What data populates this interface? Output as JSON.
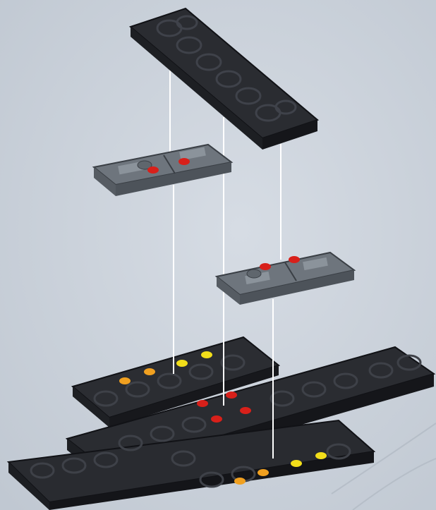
{
  "diagram": {
    "kind": "exploded-assembly",
    "parts": [
      {
        "id": "top-plate",
        "label": "",
        "studs": [
          6,
          1
        ]
      },
      {
        "id": "jumper-plate-left",
        "label": "",
        "marker_colors": [
          "#d8201a"
        ]
      },
      {
        "id": "jumper-plate-right",
        "label": "",
        "marker_colors": [
          "#d8201a"
        ]
      },
      {
        "id": "base-plate-back",
        "label": ""
      },
      {
        "id": "base-plate-middle",
        "label": ""
      },
      {
        "id": "base-plate-front",
        "label": ""
      }
    ],
    "colors": {
      "background": "#c9d0d9",
      "plate_dark": "#26282d",
      "plate_mid": "#3a3d44",
      "plate_edge": "#111216",
      "jumper_gray": "#727a82",
      "marker_red": "#d8201a",
      "marker_orange": "#f0a020",
      "marker_yellow": "#f2de1a",
      "guide_line": "#ffffff"
    },
    "icons": [
      "stud-marker-dot"
    ]
  }
}
